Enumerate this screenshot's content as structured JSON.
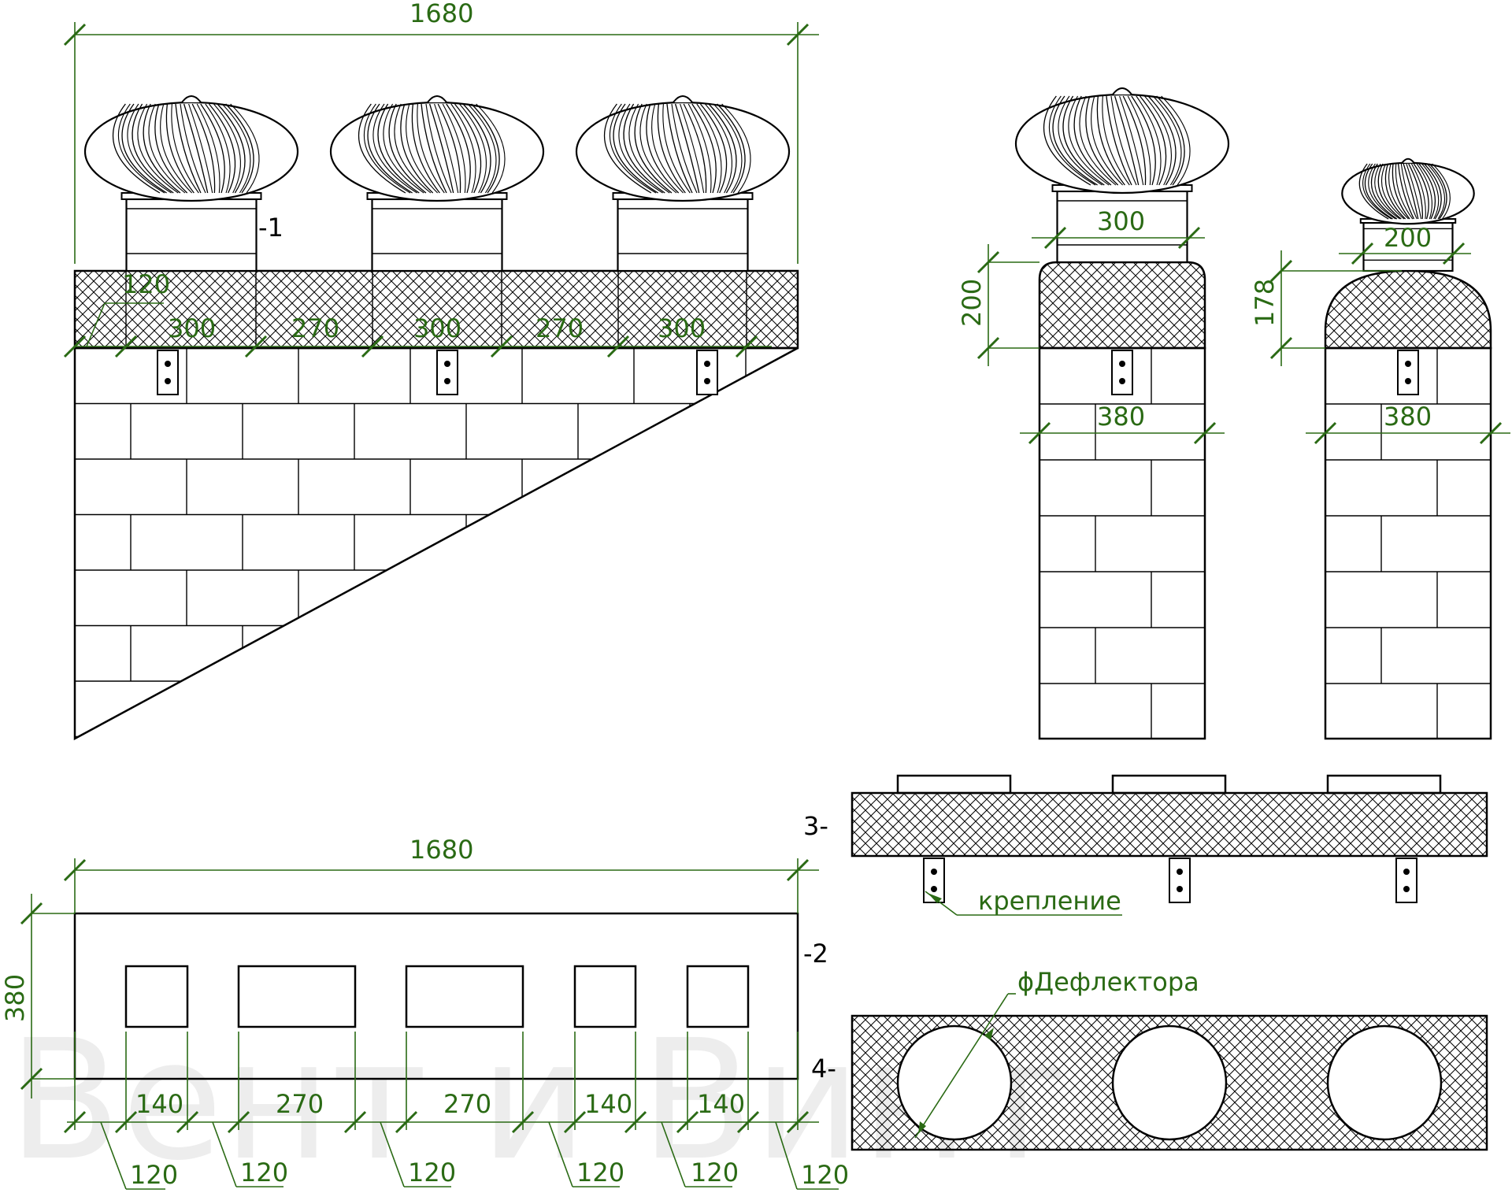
{
  "views": {
    "front": {
      "overall_width": "1680",
      "dims": [
        "120",
        "300",
        "270",
        "300",
        "270",
        "300"
      ],
      "part_label": "-1"
    },
    "side_left": {
      "neck": "300",
      "cap_height": "200",
      "column": "380"
    },
    "side_right": {
      "neck": "200",
      "cap_height": "178",
      "column": "380"
    },
    "plan": {
      "overall_width": "1680",
      "height": "380",
      "part_label": "-2",
      "openings": [
        "140",
        "270",
        "270",
        "140",
        "140"
      ],
      "gaps": [
        "120",
        "120",
        "120",
        "120",
        "120",
        "120"
      ]
    },
    "cap_section": {
      "part_label": "3-",
      "fixing_label": "крепление"
    },
    "cap_plan": {
      "part_label": "4-",
      "hole_label": "ϕДефлектора"
    }
  },
  "watermark": "Вент и Винт",
  "colors": {
    "ink": "#000000",
    "dimension": "#2a6a14",
    "paper": "#ffffff"
  }
}
